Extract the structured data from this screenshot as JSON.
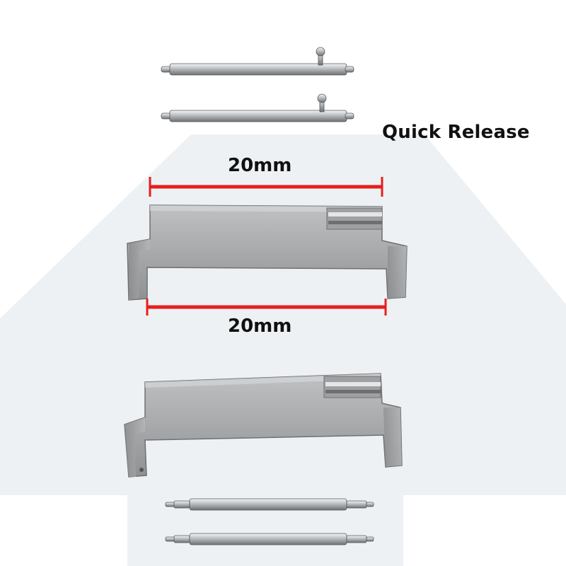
{
  "labels": {
    "quick_release": "Quick Release",
    "dimension_top": "20mm",
    "dimension_bottom": "20mm"
  },
  "colors": {
    "background_panel": "#eef1f3",
    "dimension_line": "#e61e1e",
    "metal_light": "#d9dadb",
    "metal_dark": "#8c8e90"
  }
}
